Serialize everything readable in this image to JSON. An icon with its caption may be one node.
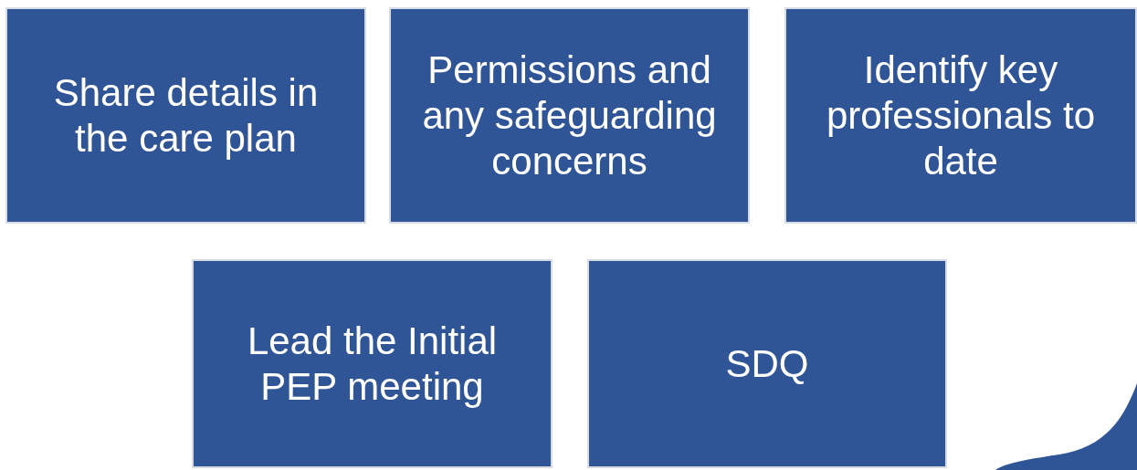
{
  "diagram": {
    "nodes": [
      {
        "text": [
          "Share details in the care plan"
        ]
      },
      {
        "text": [
          "Permissions and any safeguarding concerns"
        ]
      },
      {
        "text": [
          "Identify key professionals to date"
        ]
      },
      {
        "text": [
          "Lead the Initial PEP meeting"
        ]
      },
      {
        "text": [
          "SDQ"
        ]
      }
    ]
  }
}
